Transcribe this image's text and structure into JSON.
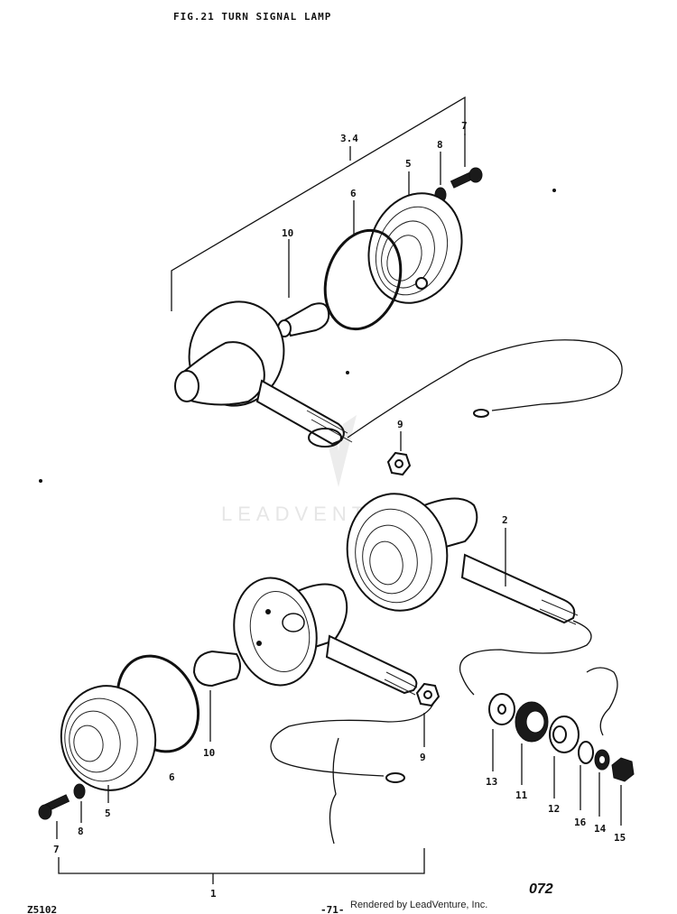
{
  "diagram": {
    "title": "FIG.21  TURN SIGNAL LAMP",
    "page_code": "072",
    "footer_left": "Z5102",
    "footer_center": "-71-",
    "credit": "Rendered by LeadVenture, Inc.",
    "watermark": "LEADVENTURE"
  },
  "callouts": [
    {
      "id": "c-34",
      "text": "3.4"
    },
    {
      "id": "c-7-top",
      "text": "7"
    },
    {
      "id": "c-8-top",
      "text": "8"
    },
    {
      "id": "c-5-top",
      "text": "5"
    },
    {
      "id": "c-6-top",
      "text": "6"
    },
    {
      "id": "c-10-top",
      "text": "10"
    },
    {
      "id": "c-9-top",
      "text": "9"
    },
    {
      "id": "c-2",
      "text": "2"
    },
    {
      "id": "c-13",
      "text": "13"
    },
    {
      "id": "c-11",
      "text": "11"
    },
    {
      "id": "c-12",
      "text": "12"
    },
    {
      "id": "c-16",
      "text": "16"
    },
    {
      "id": "c-14",
      "text": "14"
    },
    {
      "id": "c-15",
      "text": "15"
    },
    {
      "id": "c-9-bot",
      "text": "9"
    },
    {
      "id": "c-10-bot",
      "text": "10"
    },
    {
      "id": "c-6-bot",
      "text": "6"
    },
    {
      "id": "c-5-bot",
      "text": "5"
    },
    {
      "id": "c-8-bot",
      "text": "8"
    },
    {
      "id": "c-7-bot",
      "text": "7"
    },
    {
      "id": "c-1",
      "text": "1"
    }
  ]
}
